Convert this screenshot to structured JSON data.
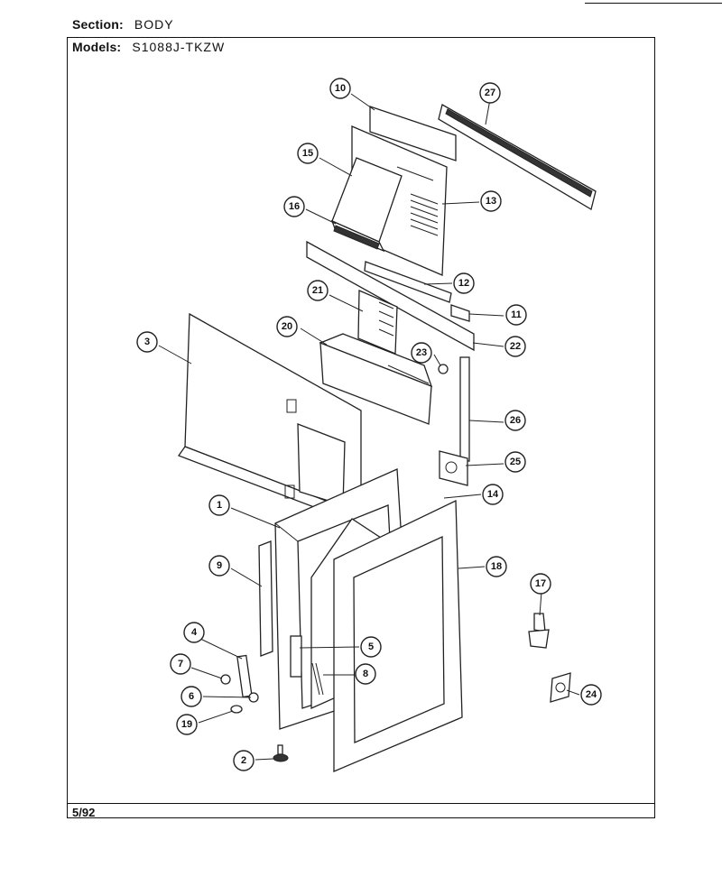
{
  "header": {
    "section_label": "Section:",
    "section_value": "BODY",
    "models_label": "Models:",
    "models_value": "S1088J-TKZW"
  },
  "footer": {
    "date": "5/92"
  },
  "callouts": [
    {
      "id": "c10",
      "label": "10"
    },
    {
      "id": "c27",
      "label": "27"
    },
    {
      "id": "c15",
      "label": "15"
    },
    {
      "id": "c13",
      "label": "13"
    },
    {
      "id": "c16",
      "label": "16"
    },
    {
      "id": "c12",
      "label": "12"
    },
    {
      "id": "c21",
      "label": "21"
    },
    {
      "id": "c11",
      "label": "11"
    },
    {
      "id": "c3",
      "label": "3"
    },
    {
      "id": "c20",
      "label": "20"
    },
    {
      "id": "c22",
      "label": "22"
    },
    {
      "id": "c23",
      "label": "23"
    },
    {
      "id": "c26",
      "label": "26"
    },
    {
      "id": "c25",
      "label": "25"
    },
    {
      "id": "c1",
      "label": "1"
    },
    {
      "id": "c14",
      "label": "14"
    },
    {
      "id": "c18",
      "label": "18"
    },
    {
      "id": "c9",
      "label": "9"
    },
    {
      "id": "c17",
      "label": "17"
    },
    {
      "id": "c4",
      "label": "4"
    },
    {
      "id": "c5",
      "label": "5"
    },
    {
      "id": "c7",
      "label": "7"
    },
    {
      "id": "c8",
      "label": "8"
    },
    {
      "id": "c6",
      "label": "6"
    },
    {
      "id": "c24",
      "label": "24"
    },
    {
      "id": "c19",
      "label": "19"
    },
    {
      "id": "c2",
      "label": "2"
    }
  ]
}
